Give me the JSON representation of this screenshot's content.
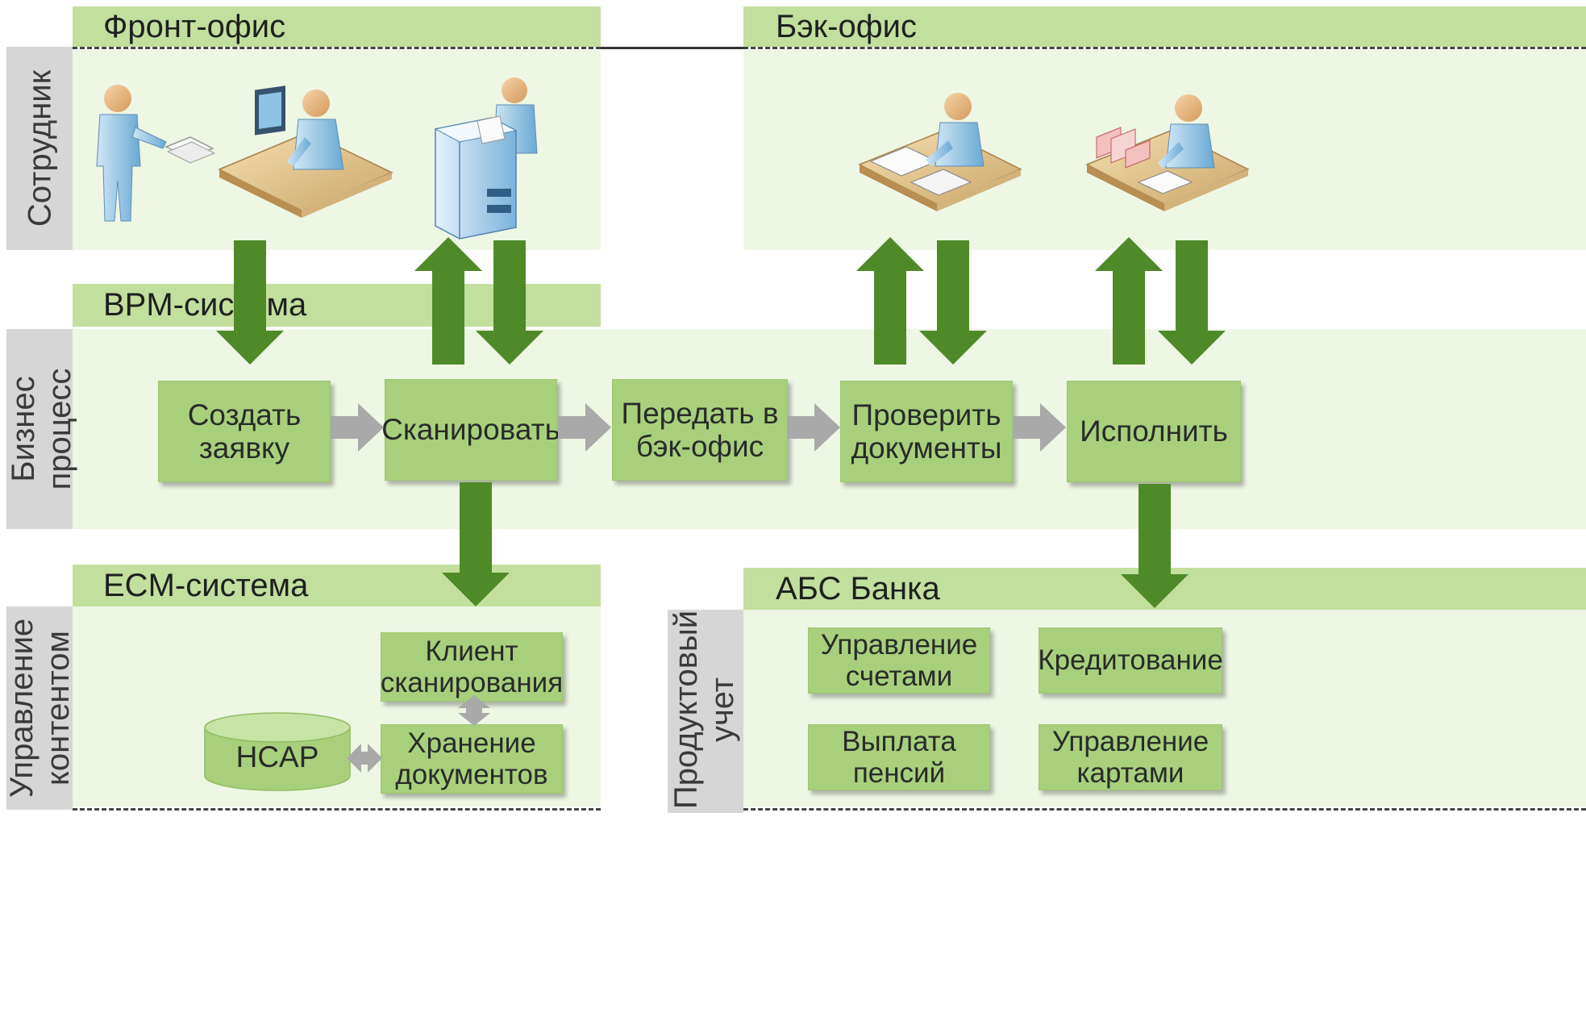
{
  "headers": {
    "front_office": "Фронт-офис",
    "back_office": "Бэк-офис",
    "bpm_system": "BPM-система",
    "ecm_system": "ECM-система",
    "abs_bank": "АБС Банка"
  },
  "lanes": {
    "employee": "Сотрудник",
    "business_process": "Бизнес\nпроцесс",
    "content_management": "Управление\nконтентом",
    "product_accounting": "Продуктовый\nучет"
  },
  "process_steps": [
    {
      "label": "Создать\nзаявку"
    },
    {
      "label": "Сканировать"
    },
    {
      "label": "Передать в\nбэк-офис"
    },
    {
      "label": "Проверить\nдокументы"
    },
    {
      "label": "Исполнить"
    }
  ],
  "ecm_components": {
    "scan_client": "Клиент\nсканирования",
    "doc_storage": "Хранение\nдокументов",
    "hcap": "HCAP"
  },
  "abs_modules": [
    {
      "label": "Управление\nсчетами"
    },
    {
      "label": "Кредитование"
    },
    {
      "label": "Выплата\nпенсий"
    },
    {
      "label": "Управление\nкартами"
    }
  ],
  "colors": {
    "header_bar": "#c2df9d",
    "zone_fill": "#eef6e4",
    "box_fill": "#a8d07c",
    "arrow_green": "#4e8a28",
    "arrow_gray": "#a9a9a9",
    "lane_label_bg": "#d6d6d6"
  },
  "icons": [
    "employee-handing-documents-icon",
    "employee-at-computer-icon",
    "employee-scanning-icon",
    "employee-checking-documents-icon",
    "employee-executing-icon"
  ]
}
